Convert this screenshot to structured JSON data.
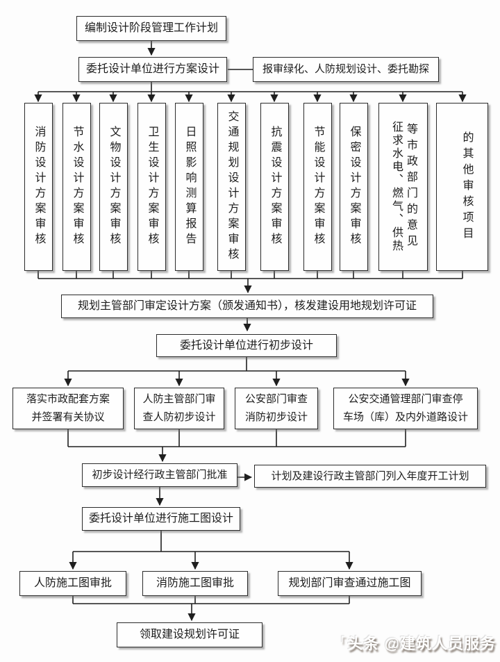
{
  "colors": {
    "background": "#fdfdfd",
    "line": "#1f1f1f",
    "box_border": "#2a2a2a",
    "box_fill": "#fefefe",
    "watermark_text": "#ffffff"
  },
  "flow": {
    "step_plan": "编制设计阶段管理工作计划",
    "step_scheme_design": "委托设计单位进行方案设计",
    "side_scheme": "报审绿化、人防规划设计、委托勘探",
    "columns": [
      {
        "text": "消防设计方案审核"
      },
      {
        "text": "节水设计方案审核"
      },
      {
        "text": "文物设计方案审核"
      },
      {
        "text": "卫生设计方案审核"
      },
      {
        "text": "日照影响测算报告"
      },
      {
        "text": "交通规划设计方案审核"
      },
      {
        "text": "抗震设计方案审核"
      },
      {
        "text": "节能设计方案审核"
      },
      {
        "text": "保密设计方案审核"
      },
      {
        "text": "征求水电、燃气、供热",
        "text2": "等市政部门的意见"
      },
      {
        "text": "的其他审核项目"
      }
    ],
    "step_approve_scheme": "规划主管部门审定设计方案（颁发通知书），核发建设用地规划许可证",
    "step_preliminary_design": "委托设计单位进行初步设计",
    "preliminary_reviews": [
      {
        "line1": "落实市政配套方案",
        "line2": "并签署有关协议"
      },
      {
        "line1": "人防主管部门审",
        "line2": "查人防初步设计"
      },
      {
        "line1": "公安部门审查",
        "line2": "消防初步设计"
      },
      {
        "line1": "公安交通管理部门审查停",
        "line2": "车场（库）及内外道路设计"
      }
    ],
    "step_preliminary_approval": "初步设计经行政主管部门批准",
    "side_annual_plan": "计划及建设行政主管部门列入年度开工计划",
    "step_construction_drawing": "委托设计单位进行施工图设计",
    "drawing_reviews": [
      {
        "text": "人防施工图审批"
      },
      {
        "text": "消防施工图审批"
      },
      {
        "text": "规划部门审查通过施工图"
      }
    ],
    "step_final_permit": "领取建设规划许可证"
  },
  "watermark": {
    "logo_icon": "「",
    "platform": "头条",
    "handle": "@建筑人员服务"
  }
}
